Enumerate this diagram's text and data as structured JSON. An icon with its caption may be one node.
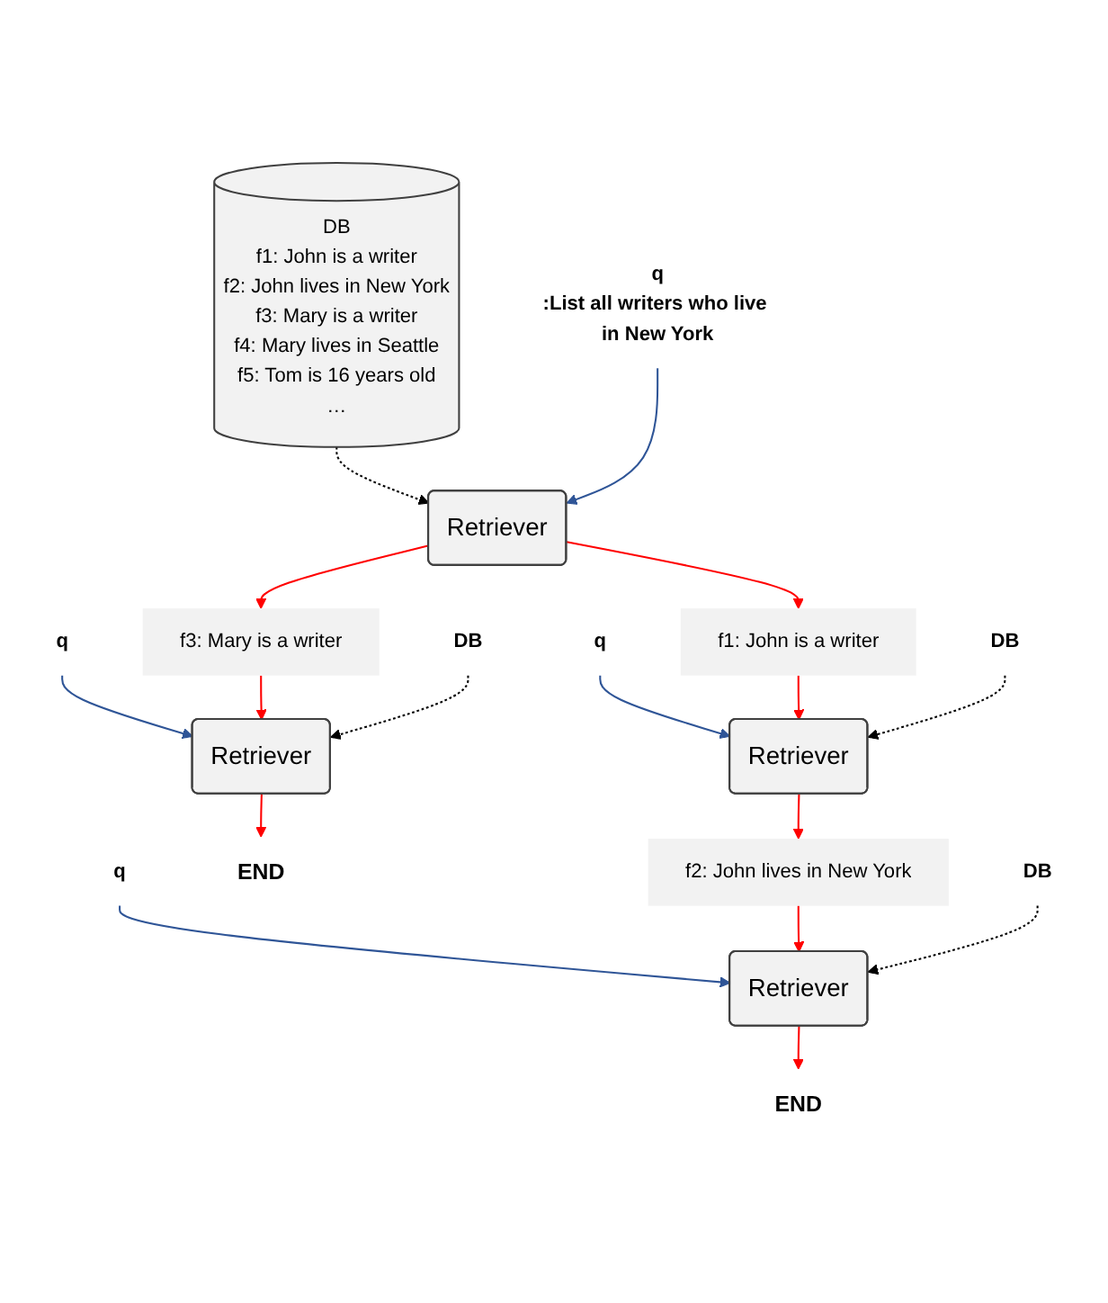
{
  "diagram": {
    "nodes": [
      {
        "text": [
          "DB",
          "f1: John is a writer",
          "f2: John lives in New York",
          "f3: Mary is a writer",
          "f4: Mary lives in Seattle",
          "f5: Tom is 16 years old",
          "…"
        ]
      },
      {
        "text": [
          "q",
          ":List all writers who live in New York"
        ]
      },
      {
        "text": [
          "Retriever"
        ]
      },
      {
        "text": [
          "f1: John is a writer"
        ]
      },
      {
        "text": [
          "f3: Mary is a writer"
        ]
      },
      {
        "text": [
          "q"
        ]
      },
      {
        "text": [
          "q"
        ]
      },
      {
        "text": [
          "DB"
        ]
      },
      {
        "text": [
          "Retriever"
        ]
      },
      {
        "text": [
          "DB"
        ]
      },
      {
        "text": [
          "Retriever"
        ]
      },
      {
        "text": [
          "f2: John lives in New York"
        ]
      },
      {
        "text": [
          "END"
        ]
      },
      {
        "text": [
          "q"
        ]
      },
      {
        "text": [
          "DB"
        ]
      },
      {
        "text": [
          "Retriever"
        ]
      },
      {
        "text": [
          "END"
        ]
      }
    ],
    "edges": [
      {
        "from": 0,
        "to": 2,
        "arrow": "to",
        "style": "dashed",
        "color": "#000000"
      },
      {
        "from": 1,
        "to": 2,
        "arrow": "to",
        "color": "#2f5597"
      },
      {
        "from": 2,
        "to": 3,
        "arrow": "to"
      },
      {
        "from": 2,
        "to": 4,
        "arrow": "to"
      },
      {
        "from": 5,
        "to": 8,
        "arrow": "to",
        "color": "#2f5597"
      },
      {
        "from": 3,
        "to": 8,
        "arrow": "to"
      },
      {
        "from": 7,
        "to": 8,
        "arrow": "to",
        "style": "dashed",
        "color": "#000000"
      },
      {
        "from": 6,
        "to": 10,
        "arrow": "to",
        "color": "#2f5597"
      },
      {
        "from": 4,
        "to": 10,
        "arrow": "to"
      },
      {
        "from": 9,
        "to": 10,
        "arrow": "to",
        "style": "dashed",
        "color": "#000000"
      },
      {
        "from": 8,
        "to": 11,
        "arrow": "to"
      },
      {
        "from": 10,
        "to": 12,
        "arrow": "to"
      },
      {
        "from": 13,
        "to": 15,
        "arrow": "to",
        "color": "#2f5597"
      },
      {
        "from": 11,
        "to": 15,
        "arrow": "to"
      },
      {
        "from": 14,
        "to": 15,
        "arrow": "to",
        "style": "dashed",
        "color": "#000000"
      },
      {
        "from": 15,
        "to": 16,
        "arrow": "to"
      }
    ]
  }
}
